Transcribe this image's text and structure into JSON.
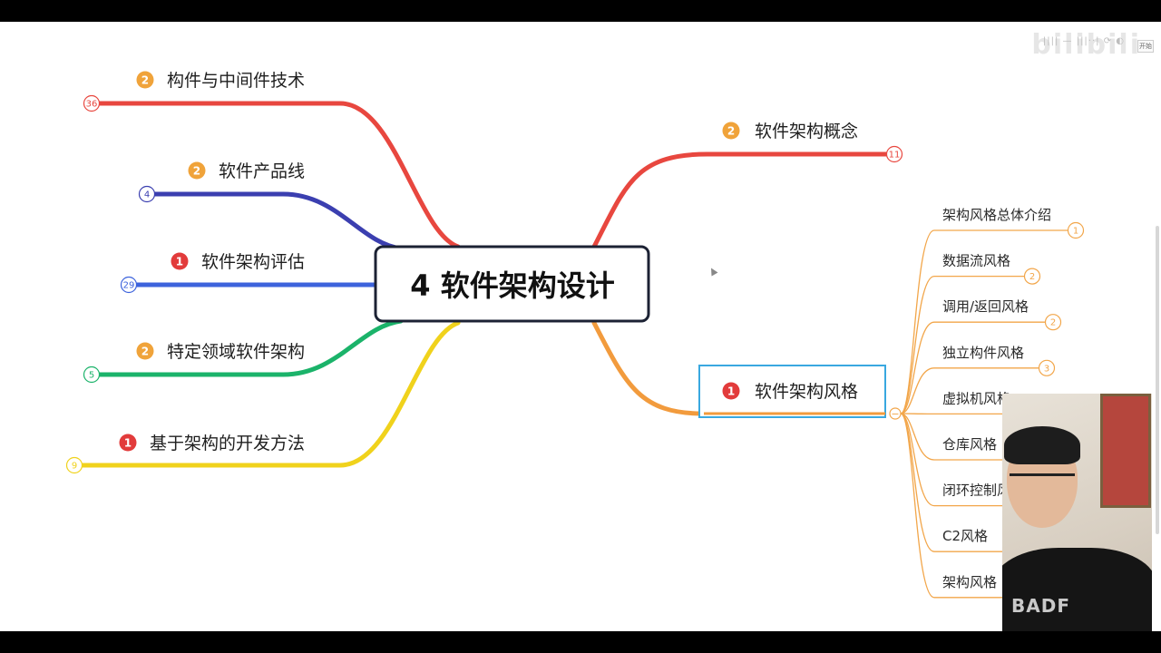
{
  "root": {
    "label": "4 软件架构设计"
  },
  "left_branches": [
    {
      "label": "构件与中间件技术",
      "priority": "2",
      "count": "36",
      "color": "#e8473f"
    },
    {
      "label": "软件产品线",
      "priority": "2",
      "count": "4",
      "color": "#3b3fb0"
    },
    {
      "label": "软件架构评估",
      "priority": "1",
      "count": "29",
      "color": "#3d63dc"
    },
    {
      "label": "特定领域软件架构",
      "priority": "2",
      "count": "5",
      "color": "#1bb36a"
    },
    {
      "label": "基于架构的开发方法",
      "priority": "1",
      "count": "9",
      "color": "#f0d21c"
    }
  ],
  "right_branches": [
    {
      "label": "软件架构概念",
      "priority": "2",
      "count": "11",
      "color": "#e8473f"
    },
    {
      "label": "软件架构风格",
      "priority": "1",
      "color": "#f29b3d",
      "collapse": "−"
    }
  ],
  "style_children": [
    {
      "label": "架构风格总体介绍",
      "count": "1"
    },
    {
      "label": "数据流风格",
      "count": "2"
    },
    {
      "label": "调用/返回风格",
      "count": "2"
    },
    {
      "label": "独立构件风格",
      "count": "3"
    },
    {
      "label": "虚拟机风格",
      "count": ""
    },
    {
      "label": "仓库风格",
      "count": ""
    },
    {
      "label": "闭环控制风",
      "count": ""
    },
    {
      "label": "C2风格",
      "count": ""
    },
    {
      "label": "架构风格",
      "count": ""
    }
  ],
  "colors": {
    "priority_1": "#e23b3b",
    "priority_2": "#f0a33a",
    "child_line": "#f2a64a",
    "root_border": "#1c2234",
    "selected_border": "#39a8e0"
  },
  "overlay": {
    "watermark": "bilibili",
    "toolbar": "||||  —  |||··|  ⟳ ◐",
    "corner_label": "开始",
    "webcam_shirt": "BADF"
  }
}
